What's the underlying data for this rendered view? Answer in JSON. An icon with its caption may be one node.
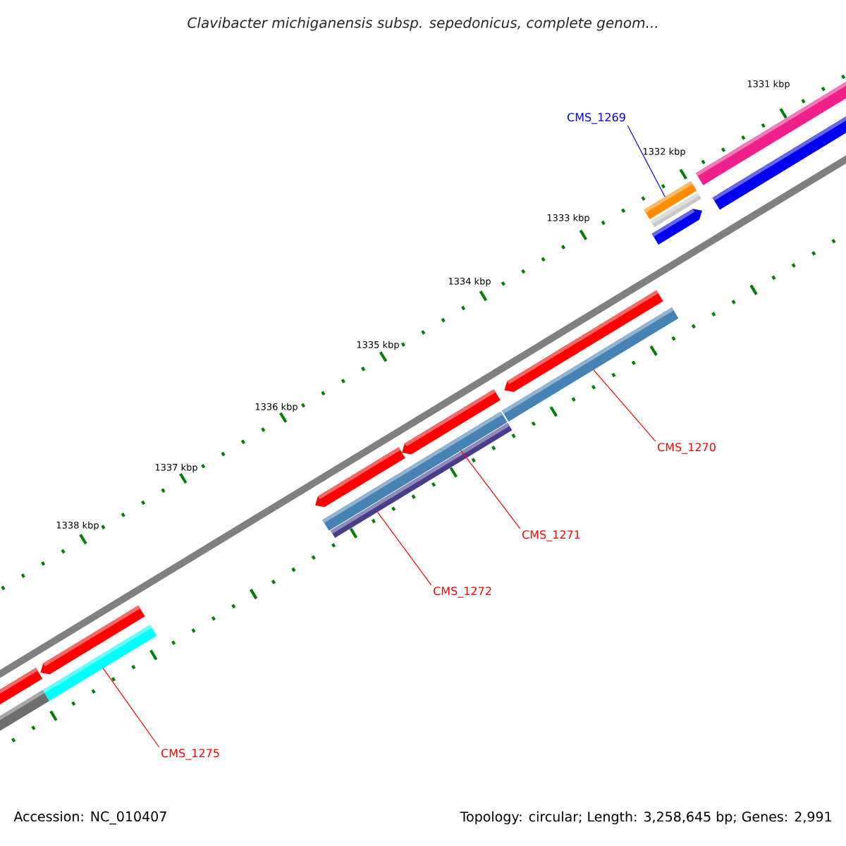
{
  "diagram": {
    "title": "Clavibacter michiganensis subsp. sepedonicus, complete genom...",
    "nodes": [
      {
        "text": [
          "CMS_1269"
        ]
      },
      {
        "text": [],
        "shape": "bar"
      },
      {
        "text": [
          "CMS_1270"
        ]
      },
      {
        "text": [],
        "shape": "bar"
      },
      {
        "text": [
          "CMS_1271"
        ]
      },
      {
        "text": [],
        "shape": "bar"
      },
      {
        "text": [
          "CMS_1272"
        ]
      },
      {
        "text": [],
        "shape": "bar"
      },
      {
        "text": [
          "CMS_1275"
        ]
      },
      {
        "text": [],
        "shape": "bar"
      }
    ],
    "edges": [
      {
        "from": 0,
        "to": 1,
        "arrow": "none",
        "color": "#0000ff"
      },
      {
        "from": 2,
        "to": 3,
        "arrow": "none"
      },
      {
        "from": 4,
        "to": 5,
        "arrow": "none"
      },
      {
        "from": 6,
        "to": 7,
        "arrow": "none"
      },
      {
        "from": 8,
        "to": 9,
        "arrow": "none"
      }
    ],
    "labels": [
      "1331 kbp",
      "1332 kbp",
      "1333 kbp",
      "1334 kbp",
      "1335 kbp",
      "1336 kbp",
      "1337 kbp",
      "1338 kbp",
      "Accession: NC_010407",
      "Topology: circular; Length: 3,258,645 bp; Genes: 2,991"
    ]
  }
}
